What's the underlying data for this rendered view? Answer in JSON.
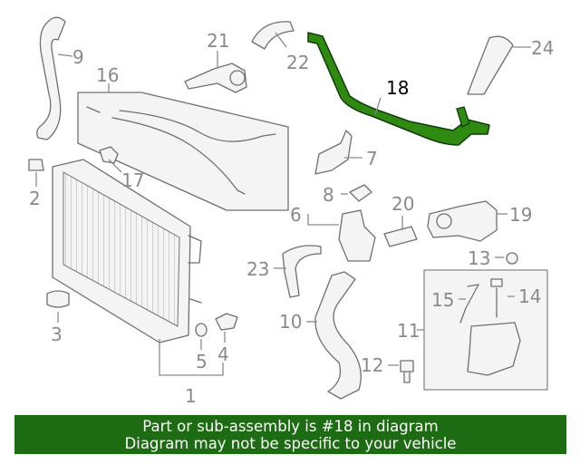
{
  "callouts": [
    {
      "id": "9",
      "label": "9"
    },
    {
      "id": "16",
      "label": "16"
    },
    {
      "id": "17",
      "label": "17"
    },
    {
      "id": "21",
      "label": "21"
    },
    {
      "id": "22",
      "label": "22"
    },
    {
      "id": "18",
      "label": "18",
      "highlighted": true
    },
    {
      "id": "24",
      "label": "24"
    },
    {
      "id": "7",
      "label": "7"
    },
    {
      "id": "2",
      "label": "2"
    },
    {
      "id": "8",
      "label": "8"
    },
    {
      "id": "6",
      "label": "6"
    },
    {
      "id": "20",
      "label": "20"
    },
    {
      "id": "19",
      "label": "19"
    },
    {
      "id": "23",
      "label": "23"
    },
    {
      "id": "13",
      "label": "13"
    },
    {
      "id": "14",
      "label": "14"
    },
    {
      "id": "15",
      "label": "15"
    },
    {
      "id": "3",
      "label": "3"
    },
    {
      "id": "10",
      "label": "10"
    },
    {
      "id": "11",
      "label": "11"
    },
    {
      "id": "5",
      "label": "5"
    },
    {
      "id": "4",
      "label": "4"
    },
    {
      "id": "12",
      "label": "12"
    },
    {
      "id": "1",
      "label": "1"
    }
  ],
  "banner": {
    "line1": "Part or sub-assembly is #18 in diagram",
    "line2": "Diagram may not be specific to your vehicle"
  },
  "colors": {
    "highlight_part": "#2f8a12",
    "banner_bg": "#1d6b12",
    "banner_text": "#ffffff",
    "line_art": "#707070"
  }
}
